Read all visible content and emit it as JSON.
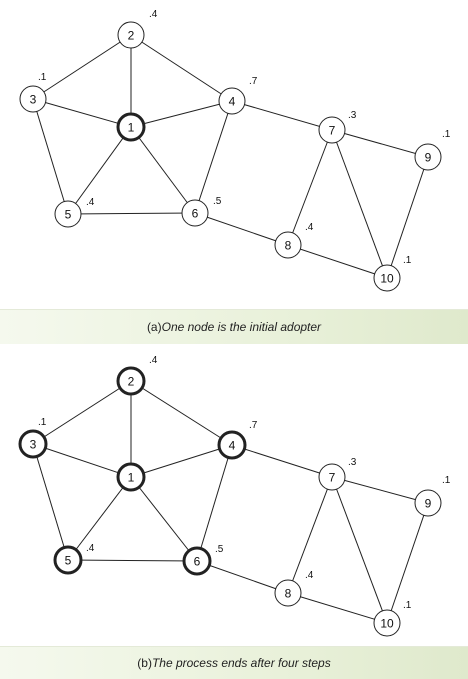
{
  "nodes": [
    {
      "id": "1",
      "label": "1",
      "threshold": ""
    },
    {
      "id": "2",
      "label": "2",
      "threshold": ".4"
    },
    {
      "id": "3",
      "label": "3",
      "threshold": ".1"
    },
    {
      "id": "4",
      "label": "4",
      "threshold": ".7"
    },
    {
      "id": "5",
      "label": "5",
      "threshold": ".4"
    },
    {
      "id": "6",
      "label": "6",
      "threshold": ".5"
    },
    {
      "id": "7",
      "label": "7",
      "threshold": ".3"
    },
    {
      "id": "8",
      "label": "8",
      "threshold": ".4"
    },
    {
      "id": "9",
      "label": "9",
      "threshold": ".1"
    },
    {
      "id": "10",
      "label": "10",
      "threshold": ".1"
    }
  ],
  "edges": [
    [
      "2",
      "1"
    ],
    [
      "2",
      "3"
    ],
    [
      "2",
      "4"
    ],
    [
      "3",
      "1"
    ],
    [
      "1",
      "4"
    ],
    [
      "3",
      "5"
    ],
    [
      "1",
      "5"
    ],
    [
      "1",
      "6"
    ],
    [
      "4",
      "6"
    ],
    [
      "5",
      "6"
    ],
    [
      "4",
      "7"
    ],
    [
      "6",
      "8"
    ],
    [
      "7",
      "8"
    ],
    [
      "7",
      "9"
    ],
    [
      "7",
      "10"
    ],
    [
      "8",
      "10"
    ],
    [
      "9",
      "10"
    ]
  ],
  "panel_a": {
    "caption_prefix": "(a)",
    "caption_text": "One node is the initial adopter",
    "adopters": [
      "1"
    ]
  },
  "panel_b": {
    "caption_prefix": "(b)",
    "caption_text": "The process ends after four steps",
    "adopters": [
      "1",
      "2",
      "3",
      "4",
      "5",
      "6"
    ]
  }
}
